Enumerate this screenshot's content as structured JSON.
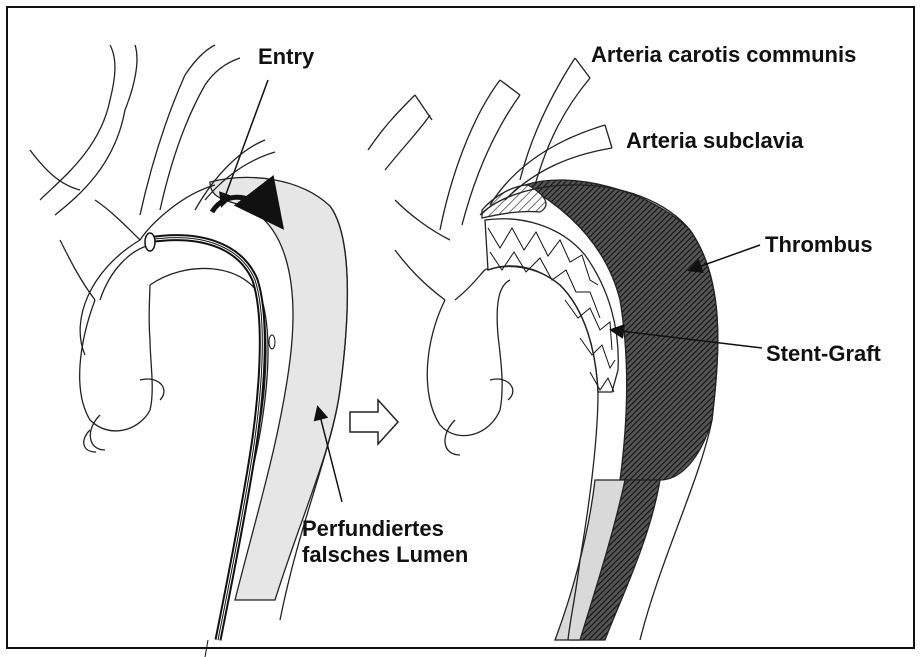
{
  "labels": {
    "entry": "Entry",
    "false_lumen_line1": "Perfundiertes",
    "false_lumen_line2": "falsches Lumen",
    "carotis": "Arteria carotis communis",
    "subclavia": "Arteria subclavia",
    "thrombus": "Thrombus",
    "stent_graft": "Stent-Graft"
  }
}
